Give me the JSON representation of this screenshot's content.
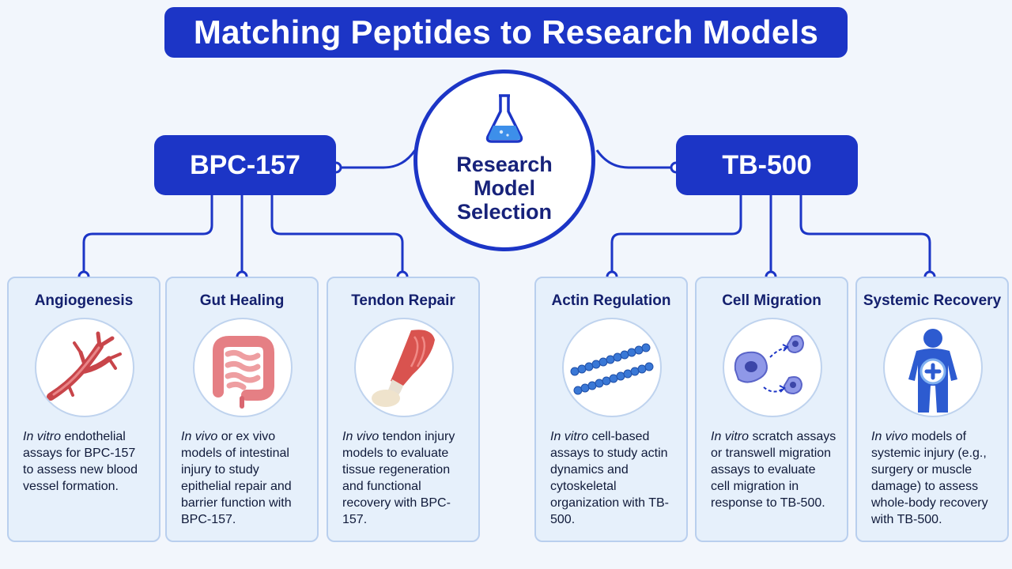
{
  "title": "Matching Peptides to Research Models",
  "center": {
    "label": "Research Model Selection",
    "icon": "flask-icon"
  },
  "peptides": [
    {
      "name": "BPC-157"
    },
    {
      "name": "TB-500"
    }
  ],
  "cards": [
    {
      "title": "Angiogenesis",
      "icon": "blood-vessel-icon",
      "desc_italic": "In vitro",
      "desc_rest": " endothelial assays for BPC-157 to assess new blood vessel formation."
    },
    {
      "title": "Gut Healing",
      "icon": "intestine-icon",
      "desc_italic": "In vivo",
      "desc_rest": " or ex vivo models of intestinal injury to study epithelial repair and barrier function with BPC-157."
    },
    {
      "title": "Tendon Repair",
      "icon": "tendon-icon",
      "desc_italic": "In vivo",
      "desc_rest": " tendon injury models to evaluate tissue regeneration and functional recovery with BPC-157."
    },
    {
      "title": "Actin Regulation",
      "icon": "actin-filament-icon",
      "desc_italic": "In vitro",
      "desc_rest": " cell-based assays to study actin dynamics and cytoskeletal organization with TB-500."
    },
    {
      "title": "Cell Migration",
      "icon": "migrating-cells-icon",
      "desc_italic": "In vitro",
      "desc_rest": " scratch assays or transwell migration assays to evaluate cell migration in response to TB-500."
    },
    {
      "title": "Systemic Recovery",
      "icon": "body-recovery-icon",
      "desc_italic": "In vivo",
      "desc_rest": " models of systemic injury (e.g., surgery or muscle damage) to assess whole-body recovery with TB-500."
    }
  ],
  "colors": {
    "primary": "#1c35c6",
    "dark_text": "#14206e",
    "card_bg": "#e6f0fb",
    "card_border": "#b9cfee",
    "background": "#f2f6fc"
  }
}
